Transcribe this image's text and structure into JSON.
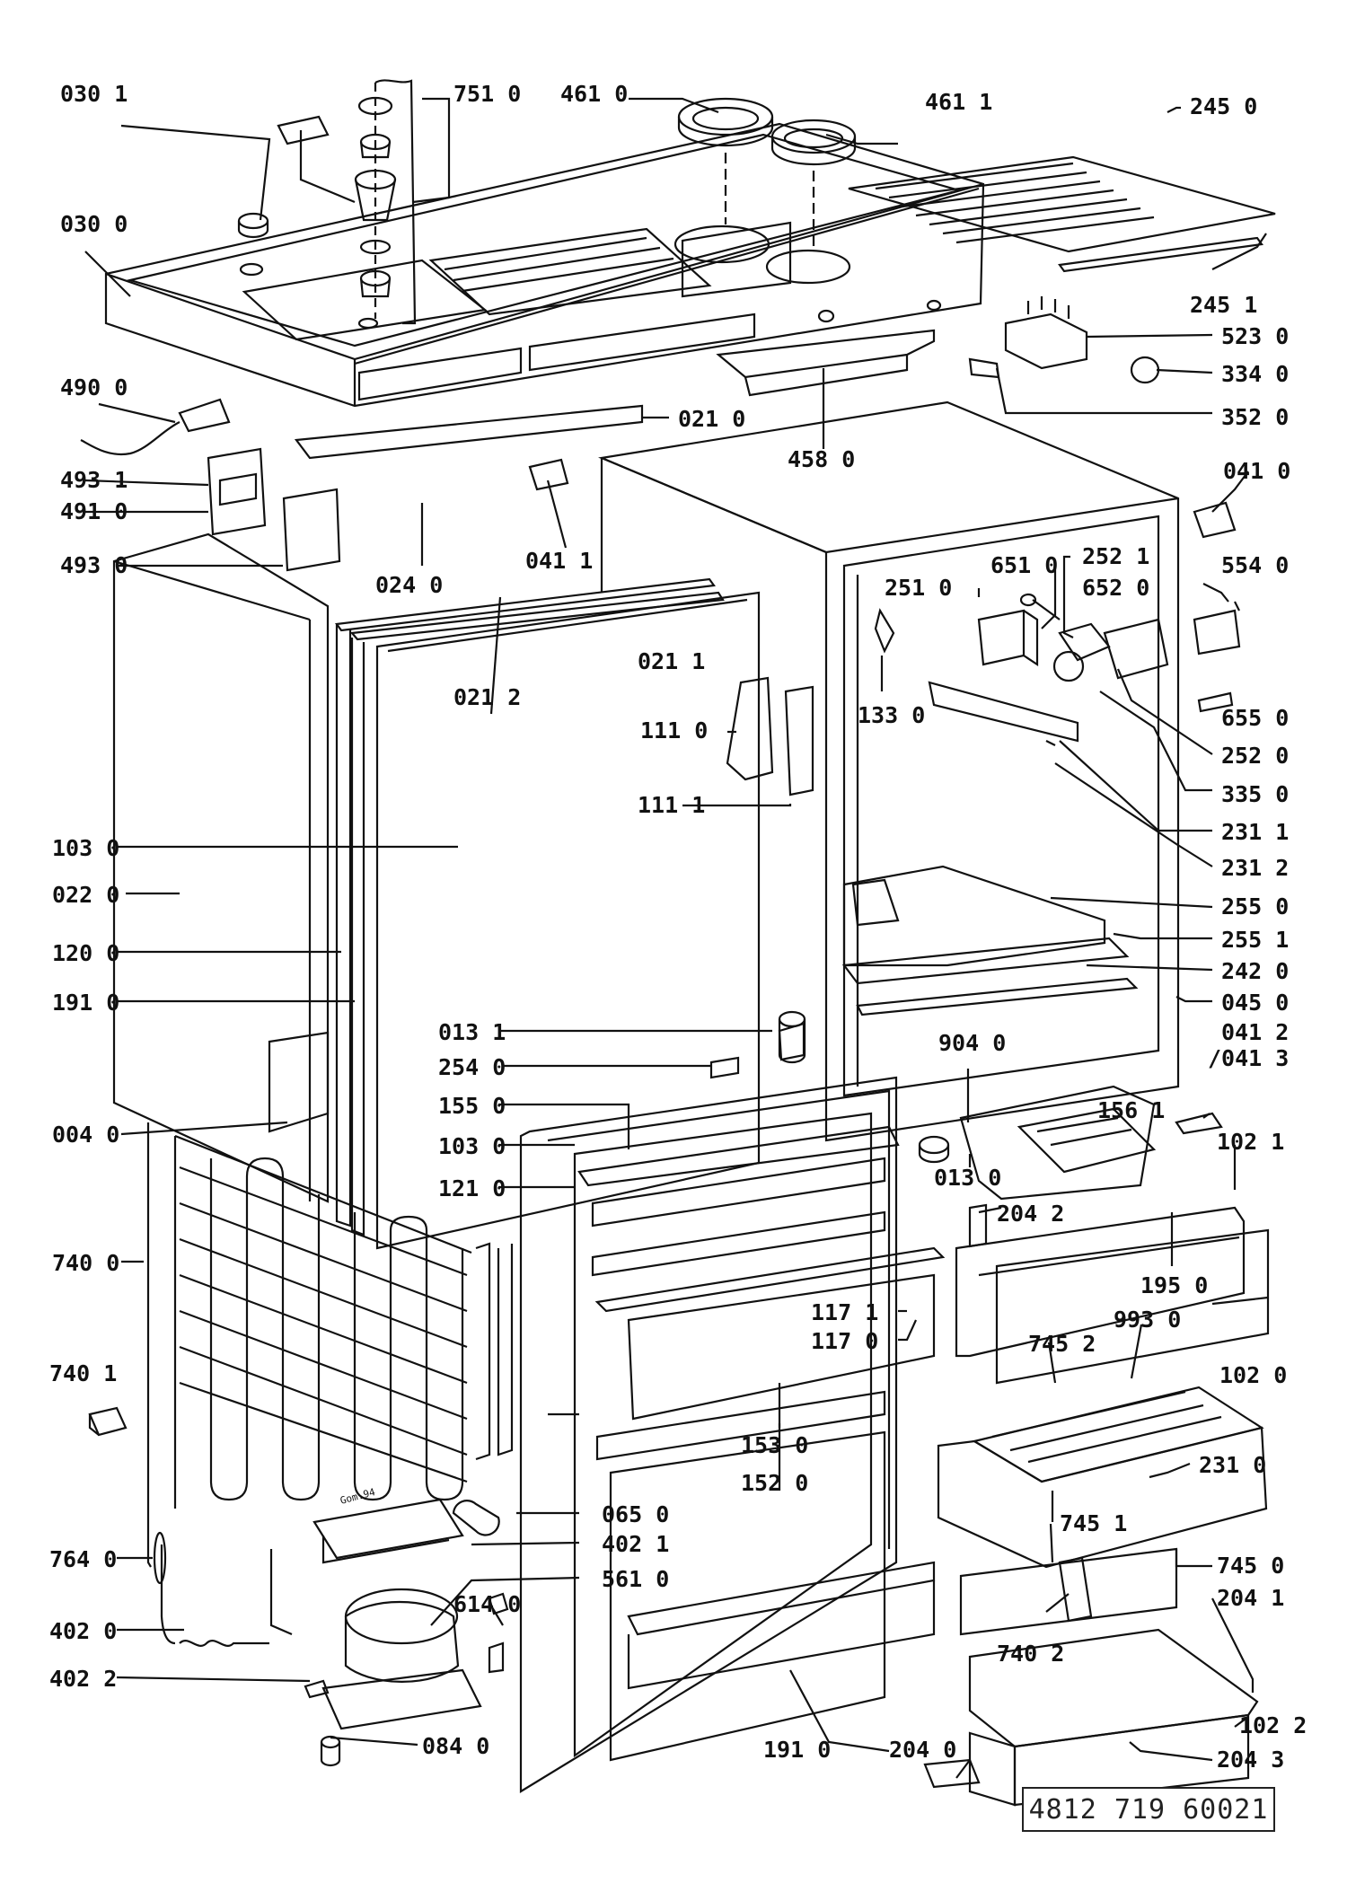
{
  "drawing": {
    "number": "4812 719 60021",
    "inscription": "Gom.94",
    "labels": {
      "l0301": "030 1",
      "l7510": "751 0",
      "l4610": "461 0",
      "l4611": "461 1",
      "l2450": "245 0",
      "l0300": "030 0",
      "l2451": "245 1",
      "l5230": "523 0",
      "l3340": "334 0",
      "l4900": "490 0",
      "l0210": "021 0",
      "l3520": "352 0",
      "l4580": "458 0",
      "l4931": "493 1",
      "l4910": "491 0",
      "l0410": "041 0",
      "l4930": "493 0",
      "l0240": "024 0",
      "l0411": "041 1",
      "l6510": "651 0",
      "l2521": "252 1",
      "l2510": "251 0",
      "l6520": "652 0",
      "l5540": "554 0",
      "l0211": "021 1",
      "l0212": "021 2",
      "l1330": "133 0",
      "l1110": "111 0",
      "l6550": "655 0",
      "l2520": "252 0",
      "l3350": "335 0",
      "l1111": "111 1",
      "l2311": "231 1",
      "l1030a": "103 0",
      "l2312": "231 2",
      "l0220": "022 0",
      "l2550": "255 0",
      "l2551": "255 1",
      "l1200": "120 0",
      "l2420": "242 0",
      "l0450": "045 0",
      "l1910a": "191 0",
      "l0412": "041 2",
      "l0413": "/041 3",
      "l0131": "013 1",
      "l9040": "904 0",
      "l2540": "254 0",
      "l1561": "156 1",
      "l1550": "155 0",
      "l0040": "004 0",
      "l1021": "102 1",
      "l1030b": "103 0",
      "l0130": "013 0",
      "l1210": "121 0",
      "l2042": "204 2",
      "l7400": "740 0",
      "l1950": "195 0",
      "l1171": "117 1",
      "l9930": "993 0",
      "l1170": "117 0",
      "l7452": "745 2",
      "l1020": "102 0",
      "l7401": "740 1",
      "l1530": "153 0",
      "l2310": "231 0",
      "l1520": "152 0",
      "l0650": "065 0",
      "l7451": "745 1",
      "l7640": "764 0",
      "l4021": "402 1",
      "l5610": "561 0",
      "l7450": "745 0",
      "l6140": "614 0",
      "l2041": "204 1",
      "l4020": "402 0",
      "l7402": "740 2",
      "l4022": "402 2",
      "l1022": "102 2",
      "l0840": "084 0",
      "l1910b": "191 0",
      "l2040": "204 0",
      "l2043": "204 3"
    }
  }
}
